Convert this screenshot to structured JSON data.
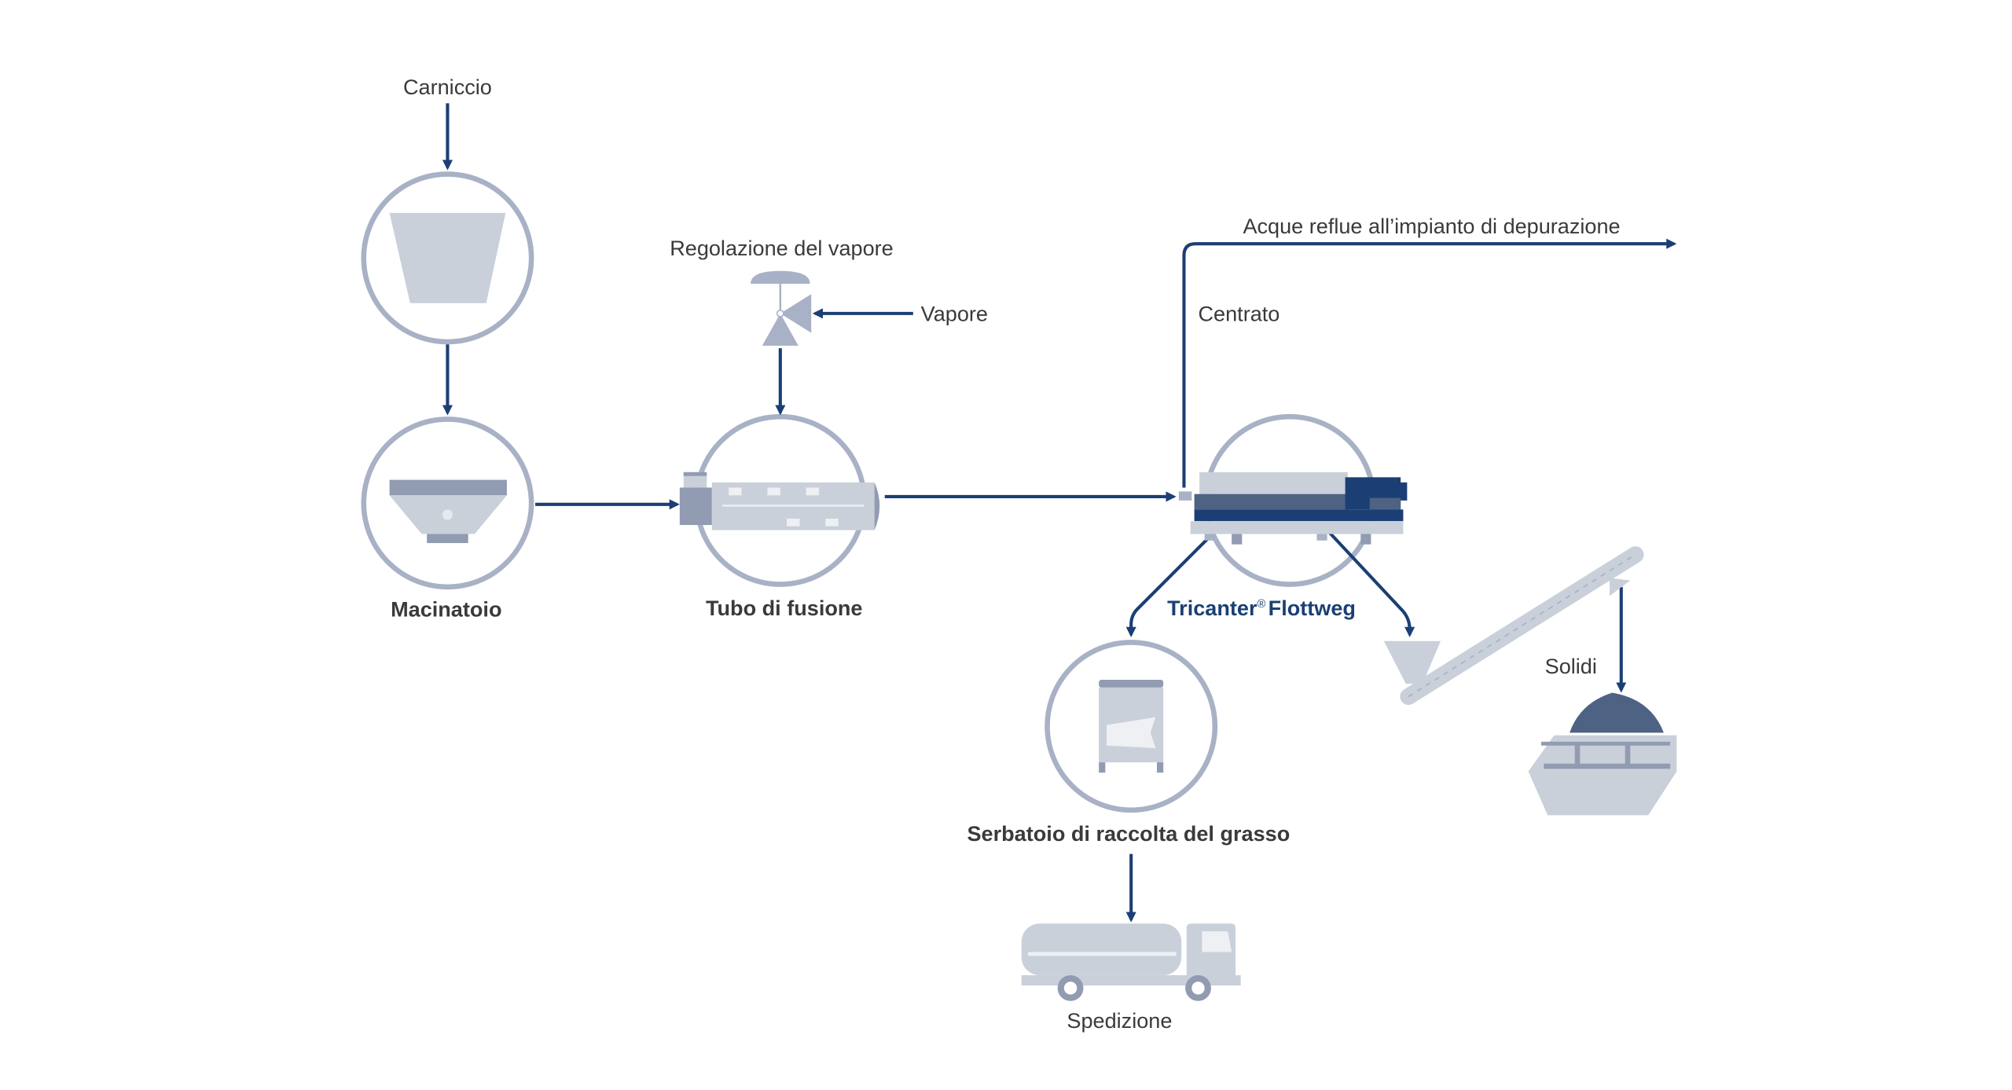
{
  "labels": {
    "carniccio": "Carniccio",
    "macinatoio": "Macinatoio",
    "regolazione": "Regolazione del vapore",
    "vapore": "Vapore",
    "tubo": "Tubo di fusione",
    "acque": "Acque reflue all’impianto di depurazione",
    "centrato": "Centrato",
    "tricanter": "Tricanter",
    "reg_mark": "®",
    "flottweg": "Flottweg",
    "serbatoio": "Serbatoio di raccolta del grasso",
    "spedizione": "Spedizione",
    "solidi": "Solidi"
  },
  "colors": {
    "flow": "#1b3f74",
    "ring": "#a8b1c5",
    "equipment_light": "#c9d0da",
    "equipment_mid": "#919bb1",
    "equipment_dark": "#4e6283"
  }
}
